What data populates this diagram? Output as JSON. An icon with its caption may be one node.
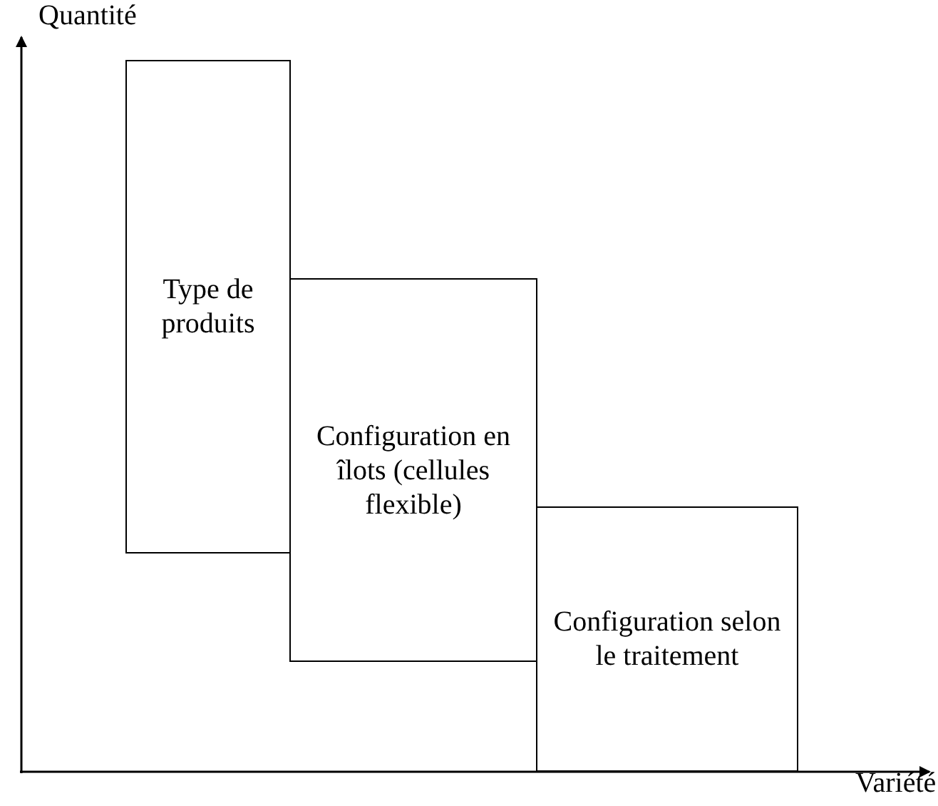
{
  "diagram": {
    "nodes": [
      {
        "text": [
          "Type de produits"
        ]
      },
      {
        "text": [
          "Configuration en îlots (cellules flexible)"
        ]
      },
      {
        "text": [
          "Configuration selon le traitement"
        ]
      }
    ],
    "labels": [
      "Quantité",
      "Variété"
    ]
  }
}
